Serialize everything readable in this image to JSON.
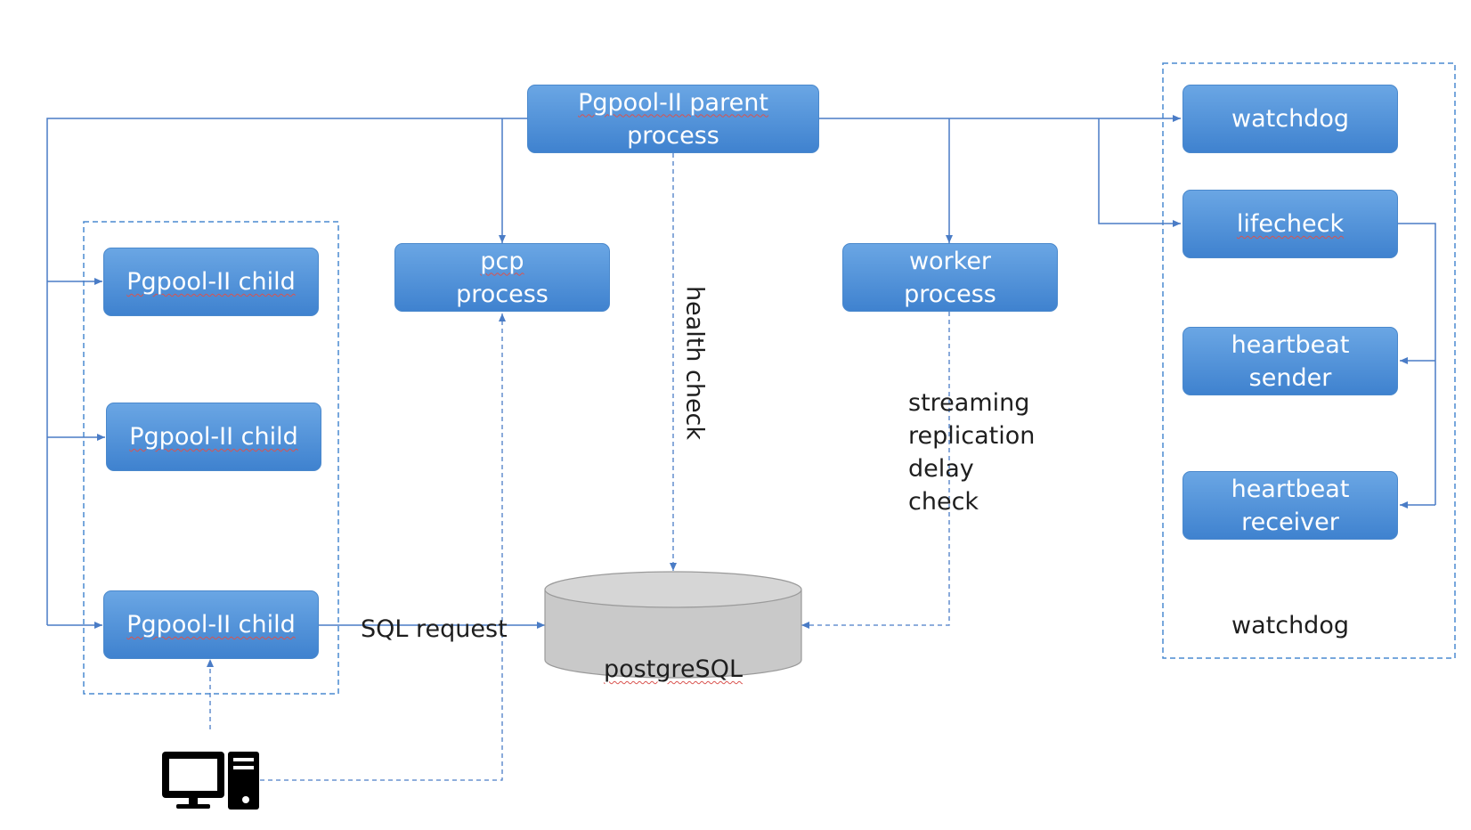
{
  "nodes": {
    "parent": {
      "line1": "Pgpool-II parent",
      "line2": "process"
    },
    "watchdog": "watchdog",
    "lifecheck": "lifecheck",
    "heartbeat_sender": "heartbeat\nsender",
    "heartbeat_receiver": "heartbeat\nreceiver",
    "child1": "Pgpool-II child",
    "child2": "Pgpool-II child",
    "child3": "Pgpool-II child",
    "pcp": {
      "line1": "pcp",
      "line2": "process"
    },
    "worker": "worker\nprocess",
    "postgres": "postgreSQL"
  },
  "labels": {
    "health_check": "health check",
    "streaming": "streaming\nreplication\ndelay\ncheck",
    "sql_request": "SQL request",
    "watchdog_group": "watchdog"
  },
  "icons": {
    "client": "computer-icon"
  },
  "colors": {
    "box_top": "#6aa6e4",
    "box_bottom": "#3f82cf",
    "connector": "#4a7cc6",
    "database": "#c9c9c9",
    "text": "#1e1e1e"
  }
}
